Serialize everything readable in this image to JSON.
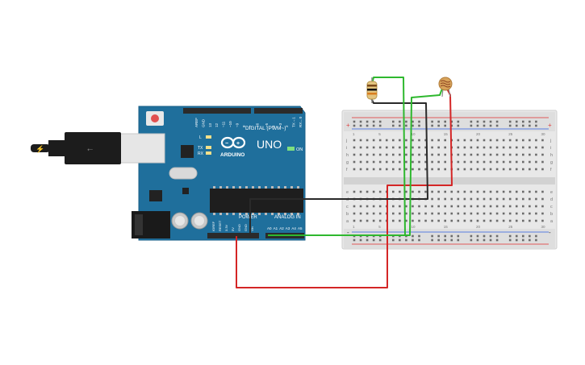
{
  "board": {
    "brand": "ARDUINO",
    "model": "UNO",
    "digital_label": "DIGITAL (PWM~)",
    "power_label": "POWER",
    "analog_label": "ANALOG IN",
    "on_label": "ON",
    "tx_label": "TX",
    "rx_label": "RX",
    "l_label": "L",
    "digital_pins": [
      "AREF",
      "GND",
      "13",
      "12",
      "~11",
      "~10",
      "~9",
      "8",
      "7",
      "~6",
      "~5",
      "4",
      "~3",
      "2",
      "TX→1",
      "RX←0"
    ],
    "power_pins": [
      "IOREF",
      "RESET",
      "3.3V",
      "5V",
      "GND",
      "GND",
      "Vin"
    ],
    "analog_pins": [
      "A0",
      "A1",
      "A2",
      "A3",
      "A4",
      "A5"
    ]
  },
  "breadboard": {
    "top_rows": [
      "j",
      "i",
      "h",
      "g",
      "f"
    ],
    "bottom_rows": [
      "e",
      "d",
      "c",
      "b",
      "a"
    ],
    "col_numbers": [
      "1",
      "5",
      "10",
      "15",
      "20",
      "25",
      "30"
    ]
  },
  "components": {
    "resistor_icon": "resistor-icon",
    "photoresistor_icon": "photoresistor-icon",
    "usb_icon": "usb-plug-icon"
  },
  "colors": {
    "board": "#1f6f9c",
    "wire_green": "#2eb82e",
    "wire_red": "#d42626",
    "wire_black": "#2a2a2a",
    "breadboard": "#e6e6e6"
  }
}
